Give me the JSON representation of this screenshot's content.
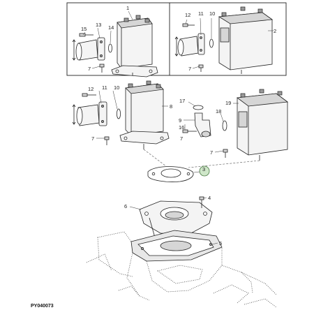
{
  "figure": {
    "reference": "PY040073",
    "callouts": {
      "c1": "1",
      "c2": "2",
      "c3": "3",
      "c4": "4",
      "c5": "5",
      "c6": "6",
      "c7a": "7",
      "c7b": "7",
      "c7c": "7",
      "c7d": "7",
      "c7e": "7",
      "c8": "8",
      "c9": "9",
      "c10a": "10",
      "c10b": "10",
      "c11a": "11",
      "c11b": "11",
      "c12a": "12",
      "c12b": "12",
      "c13": "13",
      "c14": "14",
      "c15": "15",
      "c16": "16",
      "c17": "17",
      "c18": "18",
      "c19": "19"
    }
  }
}
